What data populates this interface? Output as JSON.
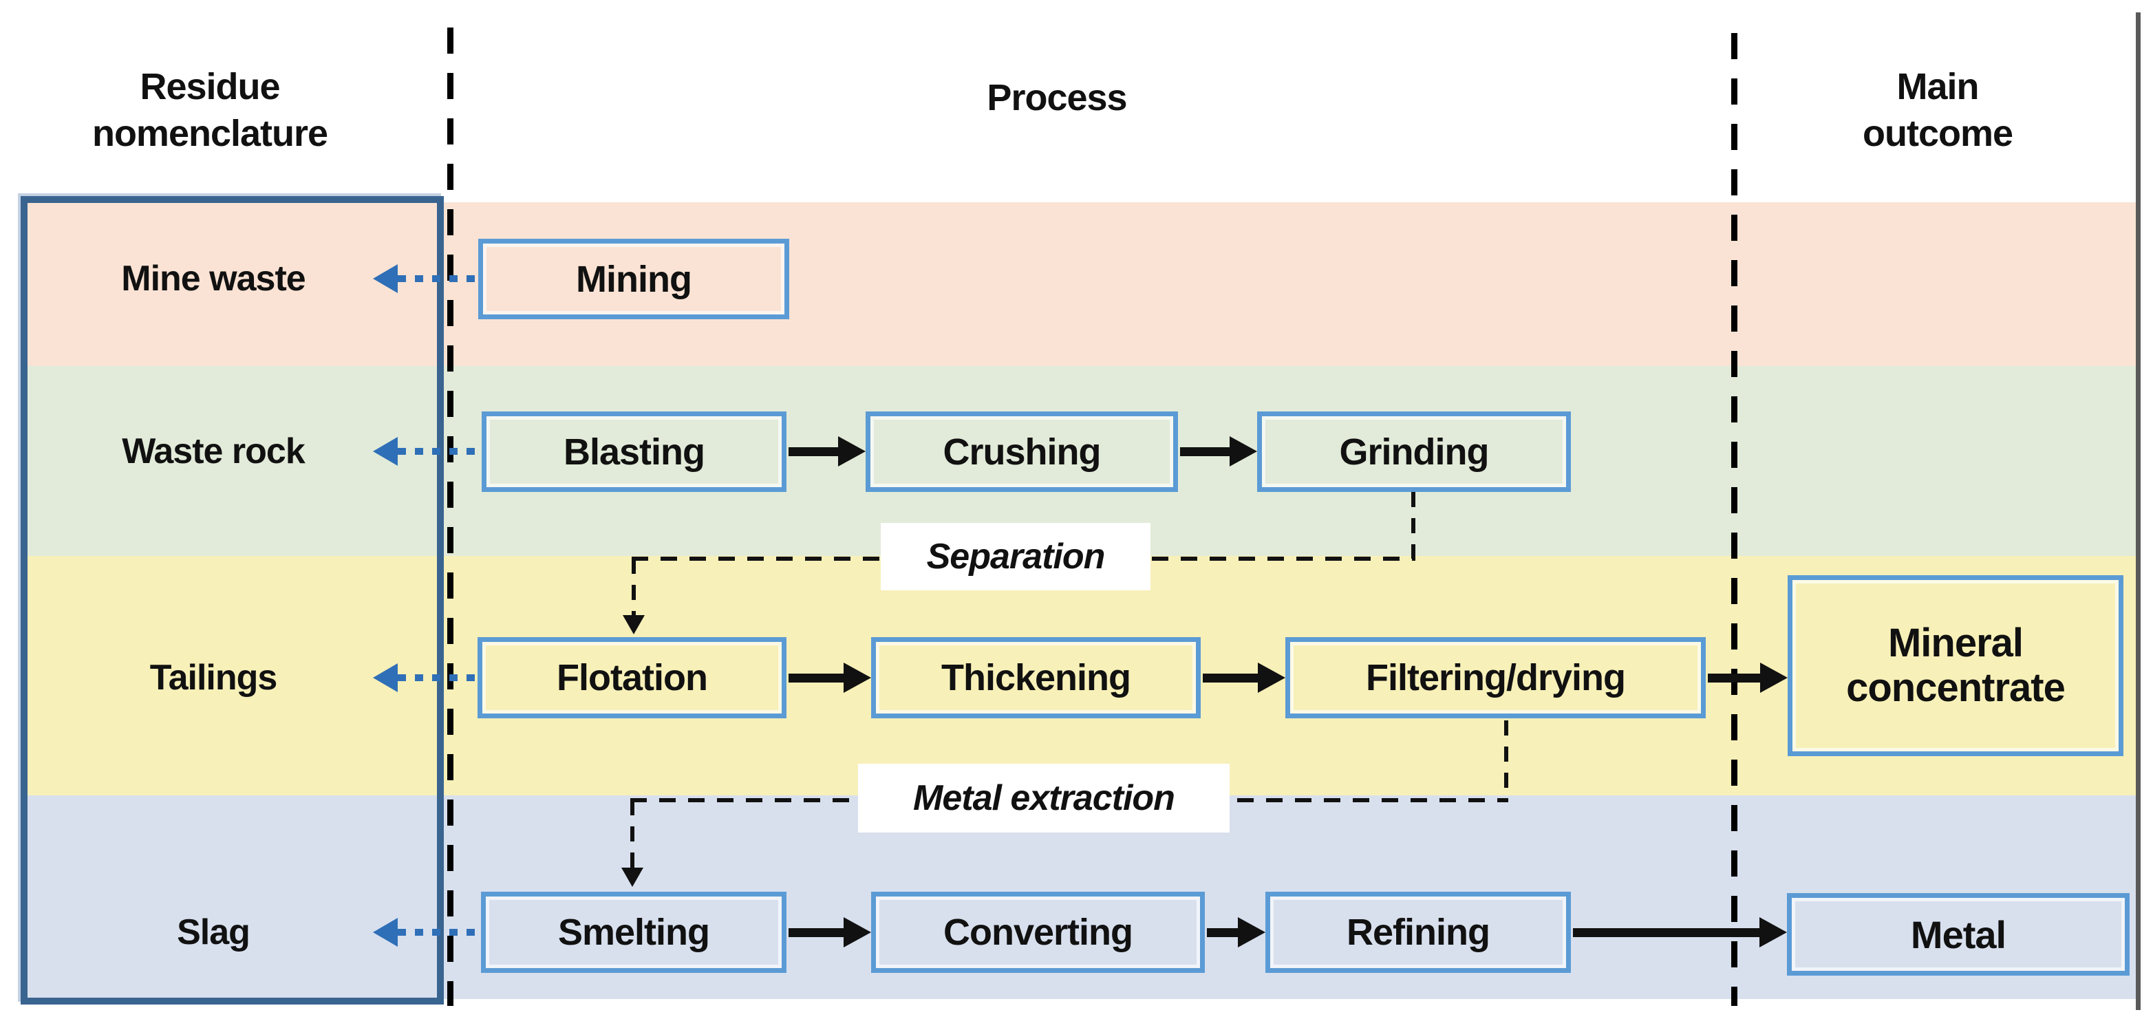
{
  "title_row": {
    "residue_nomenclature": "Residue nomenclature",
    "process": "Process",
    "main_outcome": "Main outcome"
  },
  "stage_labels": {
    "separation": "Separation",
    "metal_extraction": "Metal extraction"
  },
  "rows": [
    {
      "residue": "Mine waste",
      "band_color": "#fae3d4",
      "processes": [
        "Mining"
      ]
    },
    {
      "residue": "Waste rock",
      "band_color": "#e2ebd9",
      "processes": [
        "Blasting",
        "Crushing",
        "Grinding"
      ]
    },
    {
      "residue": "Tailings",
      "band_color": "#f7f0b8",
      "processes": [
        "Flotation",
        "Thickening",
        "Filtering/drying"
      ],
      "outcome": "Mineral concentrate"
    },
    {
      "residue": "Slag",
      "band_color": "#d8e0ee",
      "processes": [
        "Smelting",
        "Converting",
        "Refining"
      ],
      "outcome": "Metal"
    }
  ],
  "colors": {
    "process_box_border": "#5b9bd5",
    "residue_box_border": "#3a6490",
    "dotted_residue_arrow": "#2f6fb7",
    "solid_flow_arrow": "#111111",
    "dashed_connector": "#111111",
    "column_divider": "#000000",
    "figure_right_border": "#5a5a5a",
    "stage_chip_background": "#ffffff"
  }
}
